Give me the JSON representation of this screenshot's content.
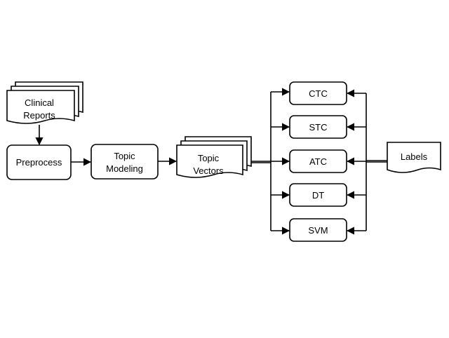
{
  "nodes": {
    "clinical_reports": [
      "Clinical",
      "Reports"
    ],
    "preprocess": "Preprocess",
    "topic_modeling": [
      "Topic",
      "Modeling"
    ],
    "topic_vectors": [
      "Topic",
      "Vectors"
    ],
    "ctc": "CTC",
    "stc": "STC",
    "atc": "ATC",
    "dt": "DT",
    "svm": "SVM",
    "labels": "Labels"
  }
}
